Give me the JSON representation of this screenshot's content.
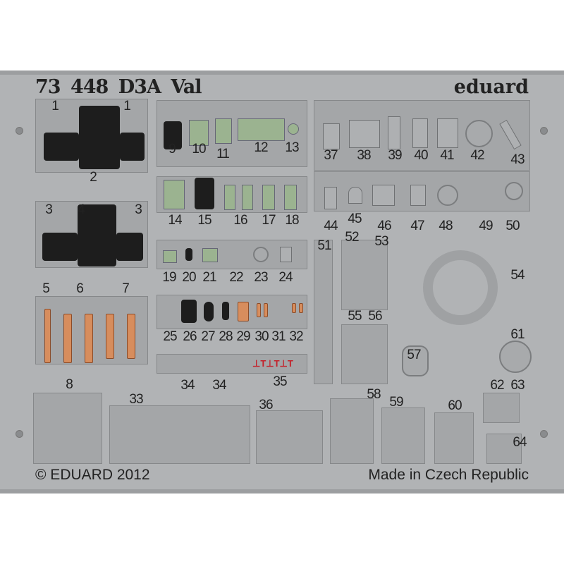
{
  "header": {
    "set_number": "73 448",
    "model": "D3A Val",
    "brand": "eduard"
  },
  "footer": {
    "copyright": "© EDUARD 2012",
    "origin": "Made in Czech Republic"
  },
  "part_numbers": [
    "1",
    "1",
    "2",
    "3",
    "4",
    "3",
    "5",
    "6",
    "7",
    "8",
    "9",
    "10",
    "11",
    "12",
    "13",
    "14",
    "15",
    "16",
    "17",
    "18",
    "19",
    "20",
    "21",
    "22",
    "23",
    "24",
    "25",
    "26",
    "27",
    "28",
    "29",
    "30",
    "31",
    "32",
    "33",
    "34",
    "34",
    "35",
    "36",
    "37",
    "38",
    "39",
    "40",
    "41",
    "42",
    "43",
    "44",
    "45",
    "46",
    "47",
    "48",
    "49",
    "50",
    "51",
    "52",
    "53",
    "54",
    "55",
    "56",
    "57",
    "58",
    "59",
    "60",
    "61",
    "62",
    "63",
    "64"
  ],
  "colors": {
    "fret": "#b1b3b5",
    "panel": "#a4a6a8",
    "instrument": "#1d1d1d",
    "green": "#9bb390",
    "copper": "#d78d5d",
    "red": "#c4212a"
  }
}
